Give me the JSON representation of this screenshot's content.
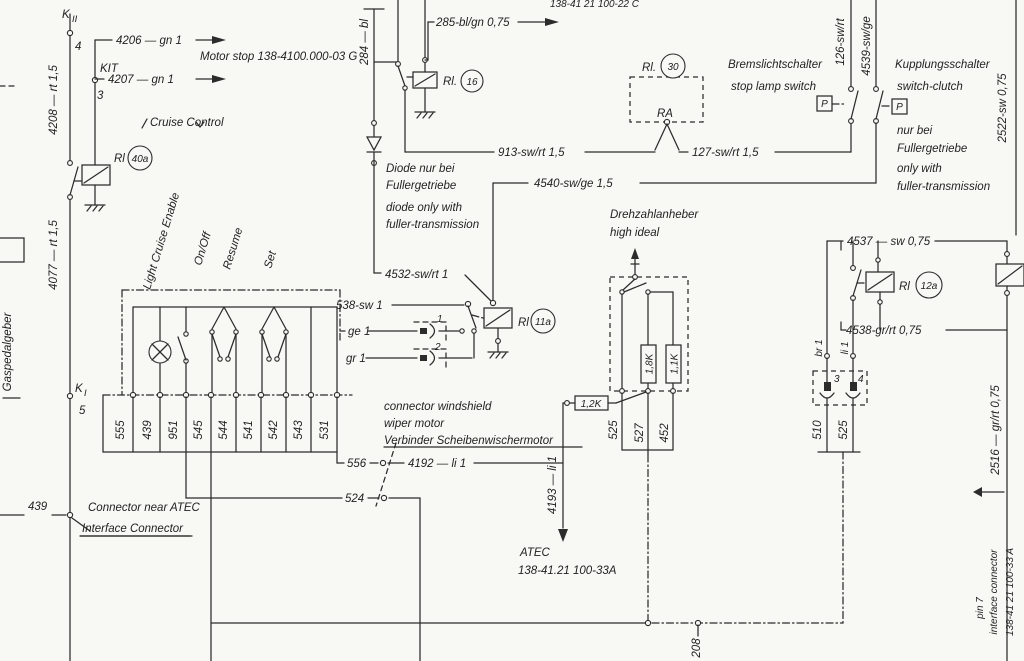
{
  "colors": {
    "paper": "#f8f8f4",
    "ink": "#2c2c2c"
  },
  "top_left": {
    "k2": "K",
    "k2_sub": "II",
    "k2_pin": "4",
    "kit": "KIT",
    "kit_pin": "3",
    "w4206": "4206 — gn 1",
    "w4207": "4207 — gn 1",
    "motor_stop": "Motor stop 138-4100.000-03 G",
    "w4208": "4208 — rt 1,5",
    "w4077": "4077 — rt 1,5",
    "rl40a": "Rl",
    "rl40a_id": "40a",
    "gaspedalgeber": "Gaspedalgeber",
    "k1": "K",
    "k1_sub": "I",
    "k1_pin": "5",
    "w439": "439",
    "connector_note_1": "Connector near ATEC",
    "connector_note_2": "Interface Connector"
  },
  "cruise": {
    "title": "Cruise Control",
    "switch_labels": [
      "Light Cruise Enable",
      "On/Off",
      "Resume",
      "Set"
    ],
    "terminals": [
      "555",
      "439",
      "951",
      "545",
      "544",
      "541",
      "542",
      "543",
      "531"
    ]
  },
  "center": {
    "w284": "284 — bl",
    "w285": "285-bl/gn 0,75",
    "ref_22c": "138-41 21 100-22 C",
    "rl16": "Rl.",
    "rl16_id": "16",
    "diode_note": [
      "Diode nur bei",
      "Fullergetriebe",
      "diode only with",
      "fuller-transmission"
    ],
    "w913": "913-sw/rt 1,5",
    "w4540": "4540-sw/ge 1,5",
    "w4532": "4532-sw/rt 1",
    "w538": "538-sw 1",
    "wge1": "ge 1",
    "wgr1": "gr 1",
    "plug1": "1",
    "plug2": "2",
    "rl11a": "Rl",
    "rl11a_id": "11a",
    "drehzahl_1": "Drehzahlanheber",
    "drehzahl_2": "high ideal",
    "r_18k": "1,8K",
    "r_11k": "1,1K",
    "r_12k": "1,2K",
    "t525": "525",
    "t527": "527",
    "t452": "452",
    "w556": "556",
    "w4192": "4192 — li 1",
    "w524": "524",
    "w4193": "4193 — li 1",
    "wiper_note": [
      "connector windshield",
      "wiper motor",
      "Verbinder Scheibenwischermotor"
    ],
    "atec_1": "ATEC",
    "atec_2": "138-41.21 100-33A",
    "t208": "208"
  },
  "right": {
    "rl30": "Rl.",
    "rl30_id": "30",
    "ra": "RA",
    "brake_note": [
      "Bremslichtschalter",
      "stop lamp switch"
    ],
    "w127": "127-sw/rt 1,5",
    "w126": "126-sw/rt",
    "w4539": "4539-sw/ge",
    "p1": "P",
    "p2": "P",
    "clutch_note": [
      "Kupplungsschalter",
      "switch-clutch"
    ],
    "fuller_note": [
      "nur bei",
      "Fullergetriebe",
      "only with",
      "fuller-transmission"
    ],
    "w2522": "2522-sw 0,75",
    "w4537": "4537 — sw 0,75",
    "rl12a": "Rl",
    "rl12a_id": "12a",
    "w4538": "4538-gr/rt 0,75",
    "wbr1": "br 1",
    "wli1": "li 1",
    "plug3": "3",
    "plug4": "4",
    "t510": "510",
    "t525": "525",
    "w2516": "2516 — gr/rt 0,75",
    "pin7": "pin 7",
    "iface_1": "interface connector",
    "iface_2": "138-41 21 100-33 A"
  }
}
